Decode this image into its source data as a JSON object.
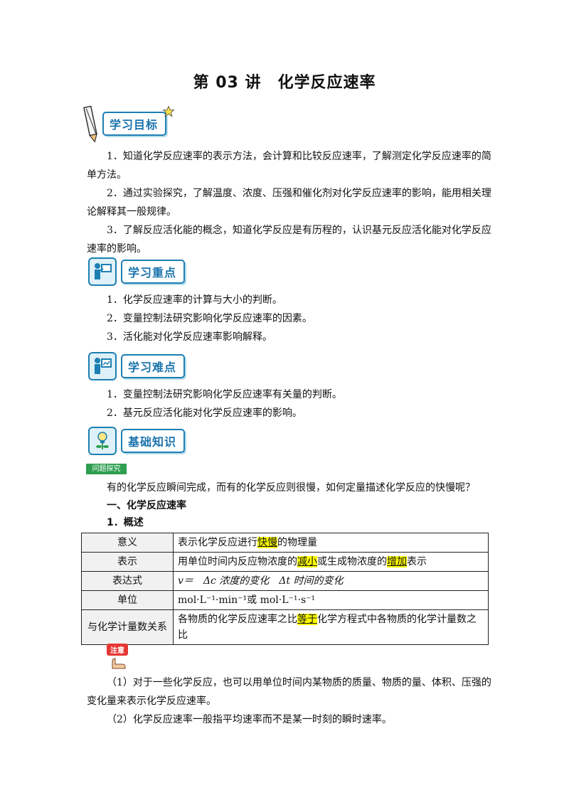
{
  "title": "第 03 讲　化学反应速率",
  "badges": {
    "goals": "学习目标",
    "key_points": "学习重点",
    "difficulties": "学习难点",
    "basics": "基础知识",
    "problem_explore": "问题探究",
    "note": "注意"
  },
  "goals": [
    "1．知道化学反应速率的表示方法，会计算和比较反应速率，了解测定化学反应速率的简单方法。",
    "2．通过实验探究，了解温度、浓度、压强和催化剂对化学反应速率的影响，能用相关理论解释其一般规律。",
    "3．了解反应活化能的概念，知道化学反应是有历程的，认识基元反应活化能对化学反应速率的影响。"
  ],
  "key_points": [
    "1．化学反应速率的计算与大小的判断。",
    "2．变量控制法研究影响化学反应速率的因素。",
    "3．活化能对化学反应速率影响解释。"
  ],
  "difficulties": [
    "1．变量控制法研究影响化学反应速率有关量的判断。",
    "2．基元反应活化能对化学反应速率的影响。"
  ],
  "question": "有的化学反应瞬间完成，而有的化学反应则很慢，如何定量描述化学反应的快慢呢？",
  "section1_heading": "一、化学反应速率",
  "subsection1_heading": "1．概述",
  "table": {
    "row1": {
      "key": "意义",
      "pre": "表示化学反应进行",
      "hl": "快慢",
      "post": "的物理量"
    },
    "row2": {
      "key": "表示",
      "pre": "用单位时间内反应物浓度的",
      "hl1": "减小",
      "mid": "或生成物浓度的",
      "hl2": "增加",
      "post": "表示"
    },
    "row3": {
      "key": "表达式",
      "value": "v＝　Δc 浓度的变化　Δt 时间的变化"
    },
    "row4": {
      "key": "单位",
      "value": "mol·L⁻¹·min⁻¹或 mol·L⁻¹·s⁻¹"
    },
    "row5": {
      "key": "与化学计量数关系",
      "pre": "各物质的化学反应速率之比",
      "hl": "等于",
      "post": "化学方程式中各物质的化学计量数之比"
    }
  },
  "notes": [
    "（1）对于一些化学反应，也可以用单位时间内某物质的质量、物质的量、体积、压强的变化量来表示化学反应速率。",
    "（2）化学反应速率一般指平均速率而不是某一时刻的瞬时速率。"
  ],
  "colors": {
    "accent": "#1c7fb3",
    "highlight": "#ffff00",
    "tag_green": "#2e9e4f"
  }
}
